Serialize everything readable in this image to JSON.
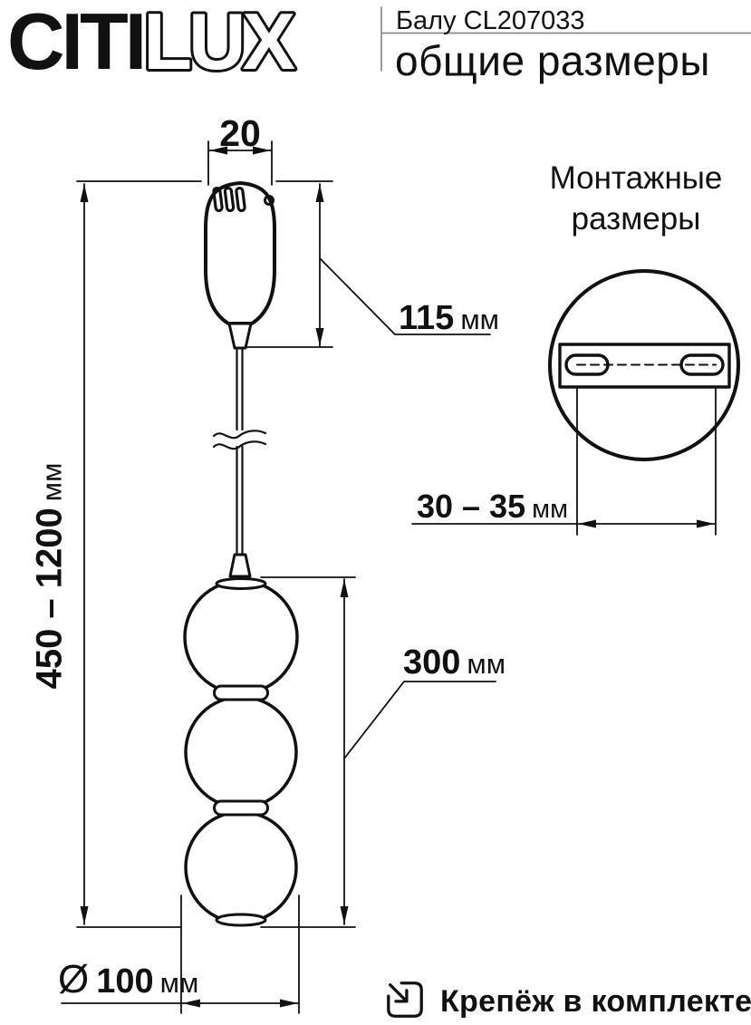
{
  "header": {
    "brand_part1": "CITI",
    "brand_part2": "LUX",
    "model": "Балу CL207033",
    "subtitle": "общие размеры"
  },
  "drawing": {
    "dim_canopy_width": {
      "value": "20"
    },
    "dim_canopy_height": {
      "value": "115",
      "unit": "мм"
    },
    "dim_suspension_range": {
      "value": "450 – 1200",
      "unit": "мм"
    },
    "dim_body_height": {
      "value": "300",
      "unit": "мм"
    },
    "dim_shade_diameter": {
      "prefix": "Ø",
      "value": "100",
      "unit": "мм"
    }
  },
  "mounting": {
    "title_line1": "Монтажные",
    "title_line2": "размеры",
    "dim_hole_spacing": {
      "value": "30 – 35",
      "unit": "мм"
    }
  },
  "footer": {
    "note": "Крепёж в комплекте"
  },
  "colors": {
    "ink": "#111111",
    "rule_gray": "#8a8a8a",
    "background": "#ffffff"
  }
}
